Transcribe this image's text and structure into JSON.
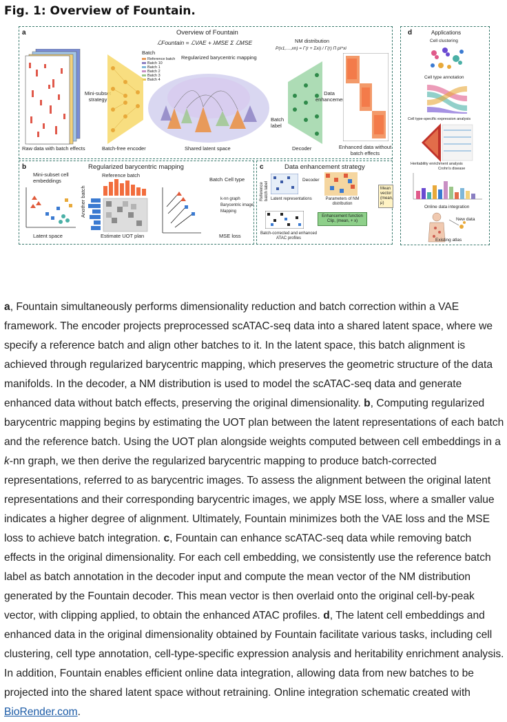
{
  "figure": {
    "title": "Fig. 1: Overview of Fountain."
  },
  "panel_a": {
    "label": "a",
    "title": "Overview of Fountain",
    "formula": "ℒFountain = ℒVAE + λMSE Σ ℒMSE",
    "nm_label": "NM distribution",
    "nm_formula": "P(x1,…,xn) = Γ(r + Σxi) / Γ(r) Π pi^xi",
    "batch_legend_title": "Batch",
    "batch_legend": [
      "Reference batch",
      "Batch 10",
      "Batch 1",
      "Batch 2",
      "Batch 3",
      "Batch 4"
    ],
    "mapping_label": "Regularized barycentric mapping",
    "mini_subset": "Mini-subset strategy",
    "raw_data": "Raw data with batch effects",
    "encoder": "Batch-free encoder",
    "latent": "Shared latent space",
    "batch_label": "Batch label",
    "decoder": "Decoder",
    "enhancement": "Data enhancement",
    "enhanced": "Enhanced data without batch effects"
  },
  "panel_b": {
    "label": "b",
    "title": "Regularized barycentric mapping",
    "mini_subset": "Mini-subset cell embeddings",
    "reference": "Reference batch",
    "another": "Another batch",
    "latent_space": "Latent space",
    "uot": "Estimate UOT plan",
    "legend_batch": "Batch",
    "legend_celltype": "Cell type",
    "knn": "k-nn graph",
    "bary": "Barycentric image",
    "mapping": "Mapping",
    "mse": "MSE loss"
  },
  "panel_c": {
    "label": "c",
    "title": "Data enhancement strategy",
    "reference_label": "Reference batch label",
    "latent_repr": "Latent representations",
    "decoder": "Decoder",
    "params": "Parameters of NM distribution",
    "mean_vector": "Mean vector (mean, μ)",
    "enh_func": "Enhancement function Clip, (mean, + x)",
    "output": "Batch-corrected and enhanced ATAC profiles"
  },
  "panel_d": {
    "label": "d",
    "title": "Applications",
    "items": [
      "Cell clustering",
      "Cell type annotation",
      "Cell type-specific expression analysis",
      "Heritability enrichment analysis",
      "Crohn's disease",
      "Online data integration",
      "New data",
      "Existing atlas"
    ]
  },
  "caption": {
    "a_label": "a",
    "a_text": ", Fountain simultaneously performs dimensionality reduction and batch correction within a VAE framework. The encoder projects preprocessed scATAC-seq data into a shared latent space, where we specify a reference batch and align other batches to it. In the latent space, this batch alignment is achieved through regularized barycentric mapping, which preserves the geometric structure of the data manifolds. In the decoder, a NM distribution is used to model the scATAC-seq data and generate enhanced data without batch effects, preserving the original dimensionality. ",
    "b_label": "b",
    "b_text1": ", Computing regularized barycentric mapping begins by estimating the UOT plan between the latent representations of each batch and the reference batch. Using the UOT plan alongside weights computed between cell embeddings in a ",
    "b_italic": "k",
    "b_text2": "-nn graph, we then derive the regularized barycentric mapping to produce batch-corrected representations, referred to as barycentric images. To assess the alignment between the original latent representations and their corresponding barycentric images, we apply MSE loss, where a smaller value indicates a higher degree of alignment. Ultimately, Fountain minimizes both the VAE loss and the MSE loss to achieve batch integration. ",
    "c_label": "c",
    "c_text": ", Fountain can enhance scATAC-seq data while removing batch effects in the original dimensionality. For each cell embedding, we consistently use the reference batch label as batch annotation in the decoder input and compute the mean vector of the NM distribution generated by the Fountain decoder. This mean vector is then overlaid onto the original cell-by-peak vector, with clipping applied, to obtain the enhanced ATAC profiles. ",
    "d_label": "d",
    "d_text": ", The latent cell embeddings and enhanced data in the original dimensionality obtained by Fountain facilitate various tasks, including cell clustering, cell type annotation, cell-type-specific expression analysis and heritability enrichment analysis. In addition, Fountain enables efficient online data integration, allowing data from new batches to be projected into the shared latent space without retraining. Online integration schematic created with ",
    "link": "BioRender.com",
    "end": "."
  }
}
